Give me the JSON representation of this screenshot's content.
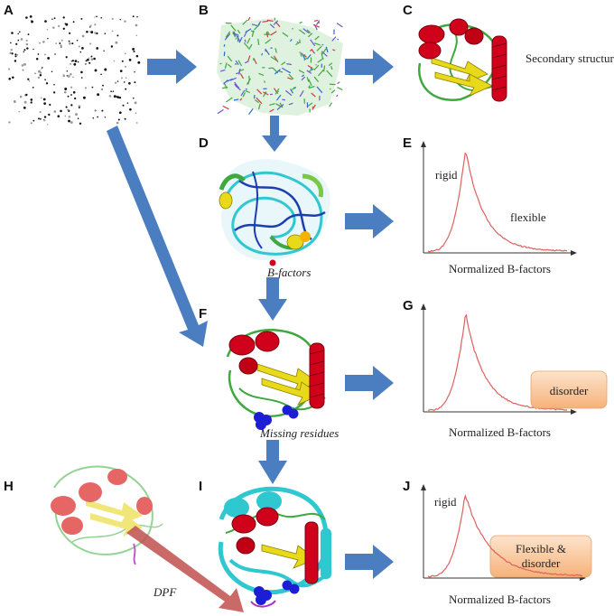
{
  "panels": {
    "A": "A",
    "B": "B",
    "C": "C",
    "D": "D",
    "E": "E",
    "F": "F",
    "G": "G",
    "H": "H",
    "I": "I",
    "J": "J"
  },
  "labels": {
    "secondary_structure": "Secondary structure",
    "b_factors": "B-factors",
    "missing_residues": "Missing residues",
    "dpf": "DPF"
  },
  "plot_E": {
    "axis_label": "Normalized B-factors",
    "left_note": "rigid",
    "right_note": "flexible"
  },
  "plot_G": {
    "axis_label": "Normalized B-factors",
    "box_text": "disorder"
  },
  "plot_J": {
    "axis_label": "Normalized B-factors",
    "left_note": "rigid",
    "box_line1": "Flexible &",
    "box_line2": "disorder"
  },
  "colors": {
    "arrow": "#4a7ec1",
    "dpf_arrow": "#c0504d",
    "helix": "#d0021b",
    "sheet": "#e8d91a",
    "coil": "#3fa83f",
    "bfactor_blue": "#1b3fb0",
    "bfactor_cyan": "#2fc7d0",
    "missing": "#1d1dd6",
    "curve": "#e06060",
    "orange_box": "#f7c08f"
  }
}
